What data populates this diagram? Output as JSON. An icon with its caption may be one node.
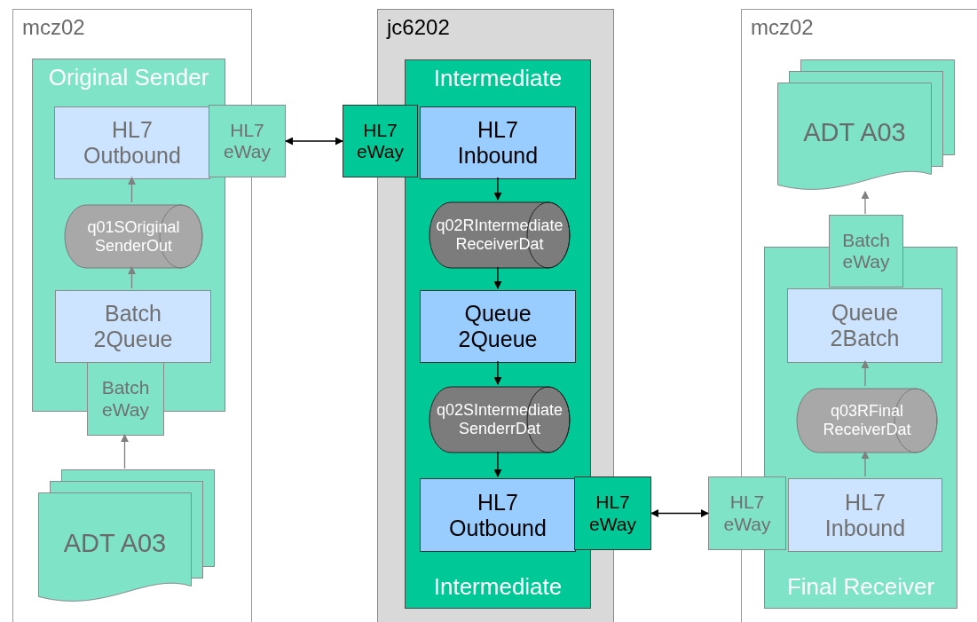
{
  "diagram": {
    "nodes": [
      {
        "text": [
          "mcz02"
        ]
      },
      {
        "text": [
          "Original Sender"
        ],
        "in": 0
      },
      {
        "text": [
          "HL7 Outbound"
        ],
        "in": 1
      },
      {
        "text": [
          "HL7 eWay"
        ]
      },
      {
        "text": [
          "q01SOriginal SenderOut"
        ],
        "in": 1
      },
      {
        "text": [
          "Batch 2Queue"
        ],
        "in": 1
      },
      {
        "text": [
          "Batch eWay"
        ],
        "in": 0
      },
      {
        "text": [
          "ADT A03"
        ],
        "in": 0
      },
      {
        "text": [
          "jc6202"
        ]
      },
      {
        "text": [
          "Intermediate",
          "Intermediate"
        ],
        "in": 8
      },
      {
        "text": [
          "HL7 eWay"
        ]
      },
      {
        "text": [
          "HL7 Inbound"
        ],
        "in": 9
      },
      {
        "text": [
          "q02RIntermediate ReceiverDat"
        ],
        "in": 9
      },
      {
        "text": [
          "Queue 2Queue"
        ],
        "in": 9
      },
      {
        "text": [
          "q02SIntermediate SenderrDat"
        ],
        "in": 9
      },
      {
        "text": [
          "HL7 Outbound"
        ],
        "in": 9
      },
      {
        "text": [
          "HL7 eWay"
        ]
      },
      {
        "text": [
          "mcz02"
        ]
      },
      {
        "text": [
          "ADT A03"
        ],
        "in": 17
      },
      {
        "text": [
          "Final Receiver"
        ],
        "in": 17
      },
      {
        "text": [
          "Batch eWay"
        ],
        "in": 17
      },
      {
        "text": [
          "Queue 2Batch"
        ],
        "in": 19
      },
      {
        "text": [
          "q03RFinal ReceiverDat"
        ],
        "in": 19
      },
      {
        "text": [
          "HL7 eWay"
        ]
      },
      {
        "text": [
          "HL7 Inbound"
        ],
        "in": 19
      }
    ],
    "edges": [
      {
        "from": 7,
        "to": 6,
        "arrow": "to"
      },
      {
        "from": 5,
        "to": 4,
        "arrow": "to"
      },
      {
        "from": 4,
        "to": 2,
        "arrow": "to"
      },
      {
        "from": 3,
        "to": 10,
        "arrow": "both",
        "color": "#000000"
      },
      {
        "from": 11,
        "to": 12,
        "arrow": "to",
        "color": "#000000"
      },
      {
        "from": 12,
        "to": 13,
        "arrow": "to",
        "color": "#000000"
      },
      {
        "from": 13,
        "to": 14,
        "arrow": "to",
        "color": "#000000"
      },
      {
        "from": 14,
        "to": 15,
        "arrow": "to",
        "color": "#000000"
      },
      {
        "from": 16,
        "to": 23,
        "arrow": "both",
        "color": "#000000"
      },
      {
        "from": 24,
        "to": 22,
        "arrow": "to"
      },
      {
        "from": 22,
        "to": 21,
        "arrow": "to"
      },
      {
        "from": 20,
        "to": 18,
        "arrow": "to"
      }
    ]
  }
}
